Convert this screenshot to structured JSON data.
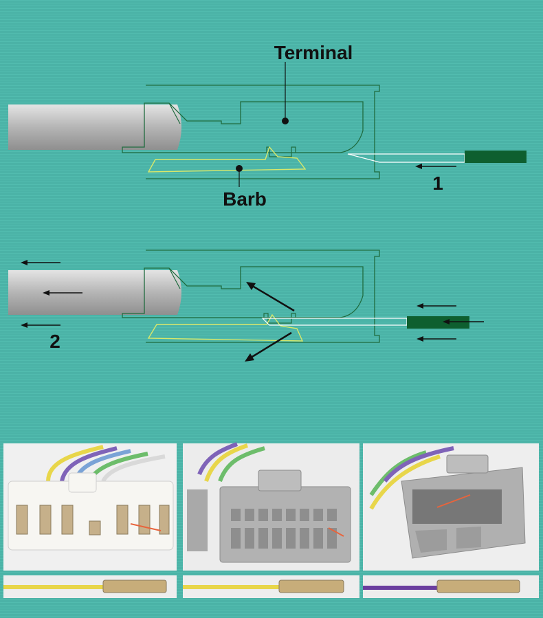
{
  "labels": {
    "terminal": "Terminal",
    "barb": "Barb",
    "step1": "1",
    "step2": "2"
  },
  "colors": {
    "background": "#4bb3a7",
    "outline": "#1f6b3e",
    "barb_outline": "#d9e86a",
    "tool": "#0e5f2f",
    "wire_gray": "#b7b7b7"
  },
  "photos": [
    {
      "connector": "white-connector",
      "wire": "yellow-wire"
    },
    {
      "connector": "gray-connector",
      "wire": "yellow-wire"
    },
    {
      "connector": "gray-connector-angled",
      "wire": "purple-wire"
    }
  ]
}
